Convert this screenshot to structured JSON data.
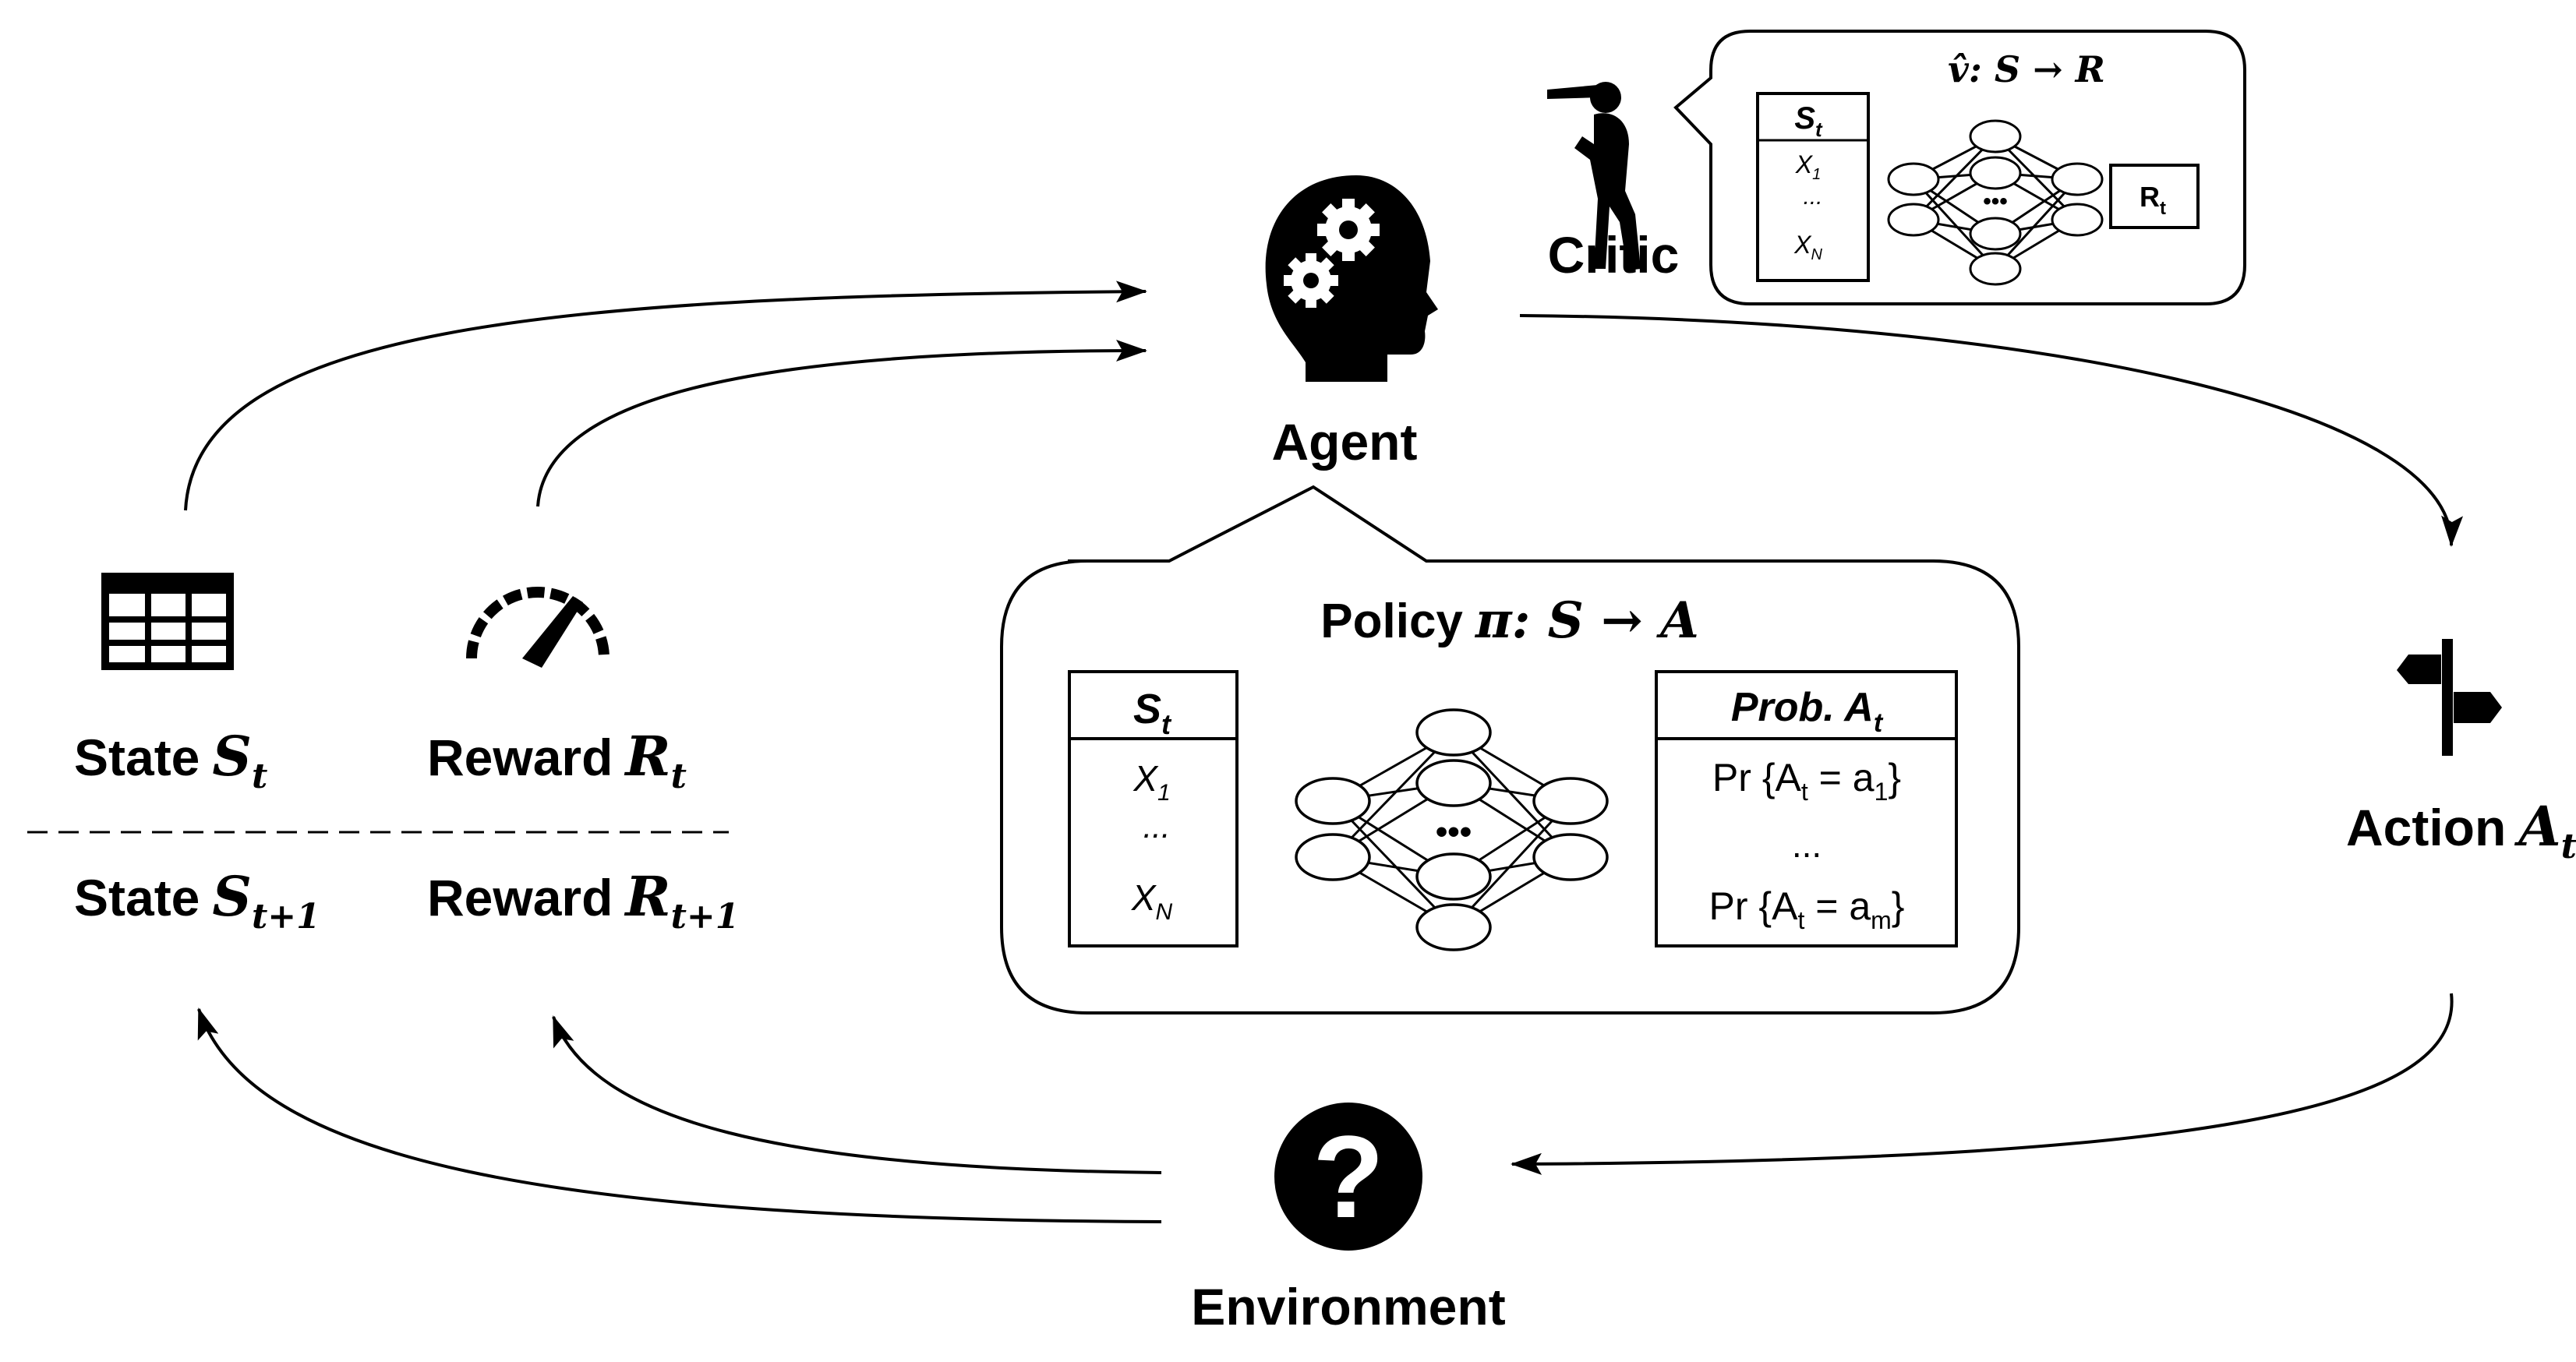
{
  "nodes": {
    "agent": "Agent",
    "critic": "Critic",
    "environment": "Environment",
    "state_t_label": "State",
    "state_t_var": "S",
    "state_t_sub": "t",
    "state_t1_label": "State",
    "state_t1_var": "S",
    "state_t1_sub": "t+1",
    "reward_t_label": "Reward",
    "reward_t_var": "R",
    "reward_t_sub": "t",
    "reward_t1_label": "Reward",
    "reward_t1_var": "R",
    "reward_t1_sub": "t+1",
    "action_label": "Action",
    "action_var": "A",
    "action_sub": "t"
  },
  "policy": {
    "title_word": "Policy",
    "title_formula": "π: S → A",
    "input_header": "S",
    "input_header_sub": "t",
    "input_items": [
      "X",
      "...",
      "X"
    ],
    "input_subs": [
      "1",
      "",
      "N"
    ],
    "output_header": "Prob. A",
    "output_header_sub": "t",
    "output_row1": "Pr {A",
    "output_row1_sub": "t",
    "output_row1_rest": " = a",
    "output_row1_sub2": "1",
    "output_row1_end": "}",
    "output_row2": "...",
    "output_row3": "Pr {A",
    "output_row3_sub": "t",
    "output_row3_rest": " = a",
    "output_row3_sub2": "m",
    "output_row3_end": "}",
    "hidden_ellipsis": "•••"
  },
  "critic_box": {
    "title_formula": "v̂: S → R",
    "input_header": "S",
    "input_header_sub": "t",
    "input_items": [
      "X",
      "...",
      "X"
    ],
    "input_subs": [
      "1",
      "",
      "N"
    ],
    "output": "R",
    "output_sub": "t",
    "hidden_ellipsis": "•••"
  },
  "icons": {
    "agent": "head-gears-icon",
    "critic": "person-telescope-icon",
    "state": "table-grid-icon",
    "reward": "speedometer-icon",
    "action": "signpost-icon",
    "environment": "question-circle-icon"
  }
}
